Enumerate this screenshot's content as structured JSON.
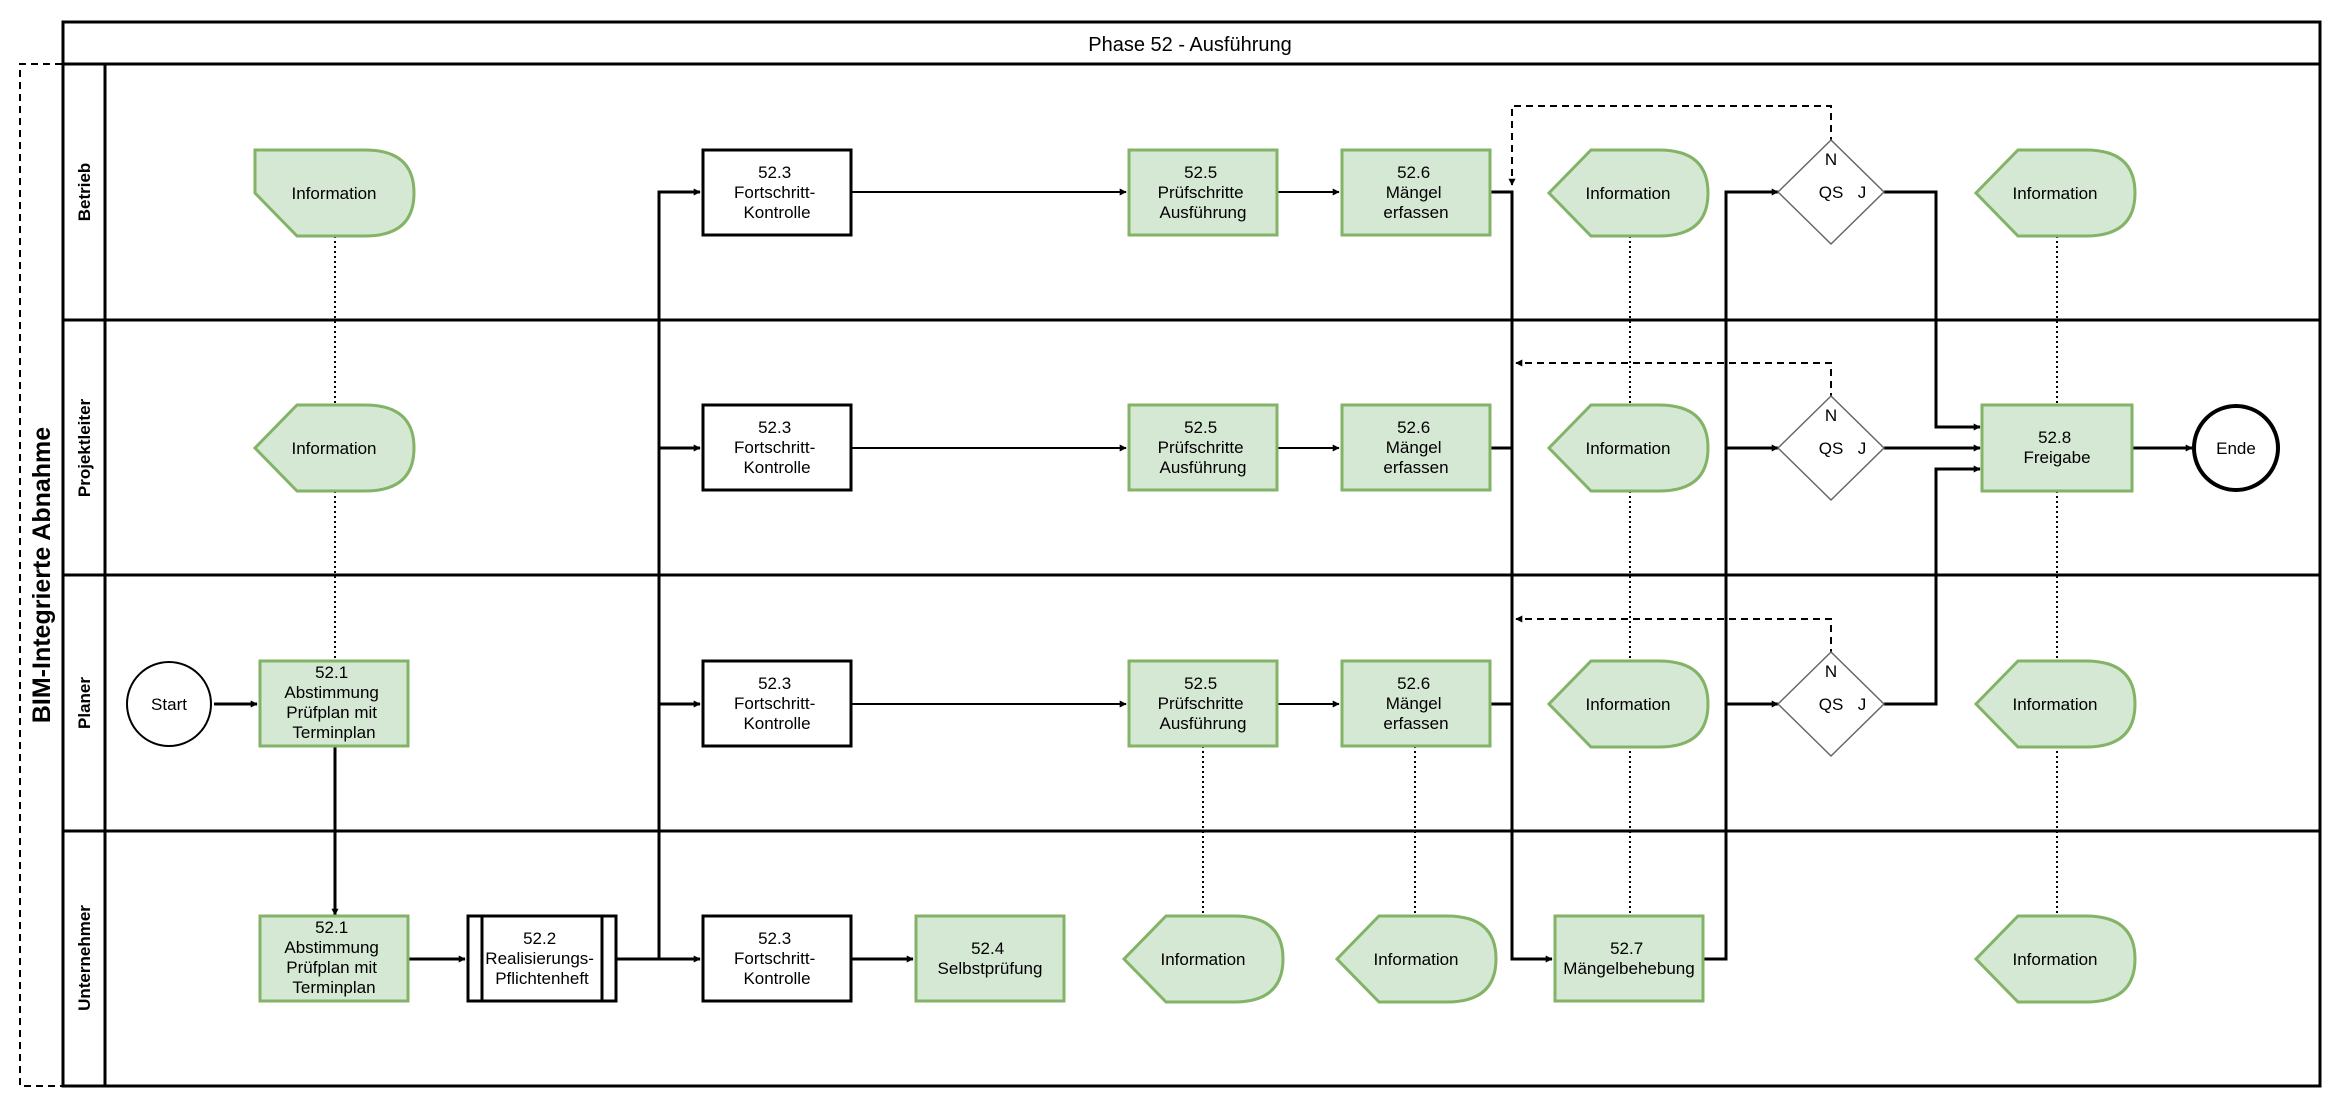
{
  "pool_label": "BIM-Integrierte Abnahme",
  "phase_title": "Phase 52 - Ausführung",
  "lanes": [
    "Betrieb",
    "Projektleiter",
    "Planer",
    "Unternehmer"
  ],
  "nodes": {
    "start": "Start",
    "end": "Ende",
    "info": "Information",
    "s521": [
      "52.1",
      "Abstimmung",
      "Prüfplan mit",
      "Terminplan"
    ],
    "s522": [
      "52.2",
      "Realisierungs-",
      "Pflichtenheft"
    ],
    "s523": [
      "52.3",
      "Fortschritt-",
      "Kontrolle"
    ],
    "s524": [
      "52.4",
      "Selbstprüfung"
    ],
    "s525": [
      "52.5",
      "Prüfschritte",
      "Ausführung"
    ],
    "s526": [
      "52.6",
      "Mängel",
      "erfassen"
    ],
    "s527": [
      "52.7",
      "Mängelbehebung"
    ],
    "s528": [
      "52.8",
      "Freigabe"
    ],
    "qs": "QS",
    "qs_no": "N",
    "qs_yes": "J"
  }
}
